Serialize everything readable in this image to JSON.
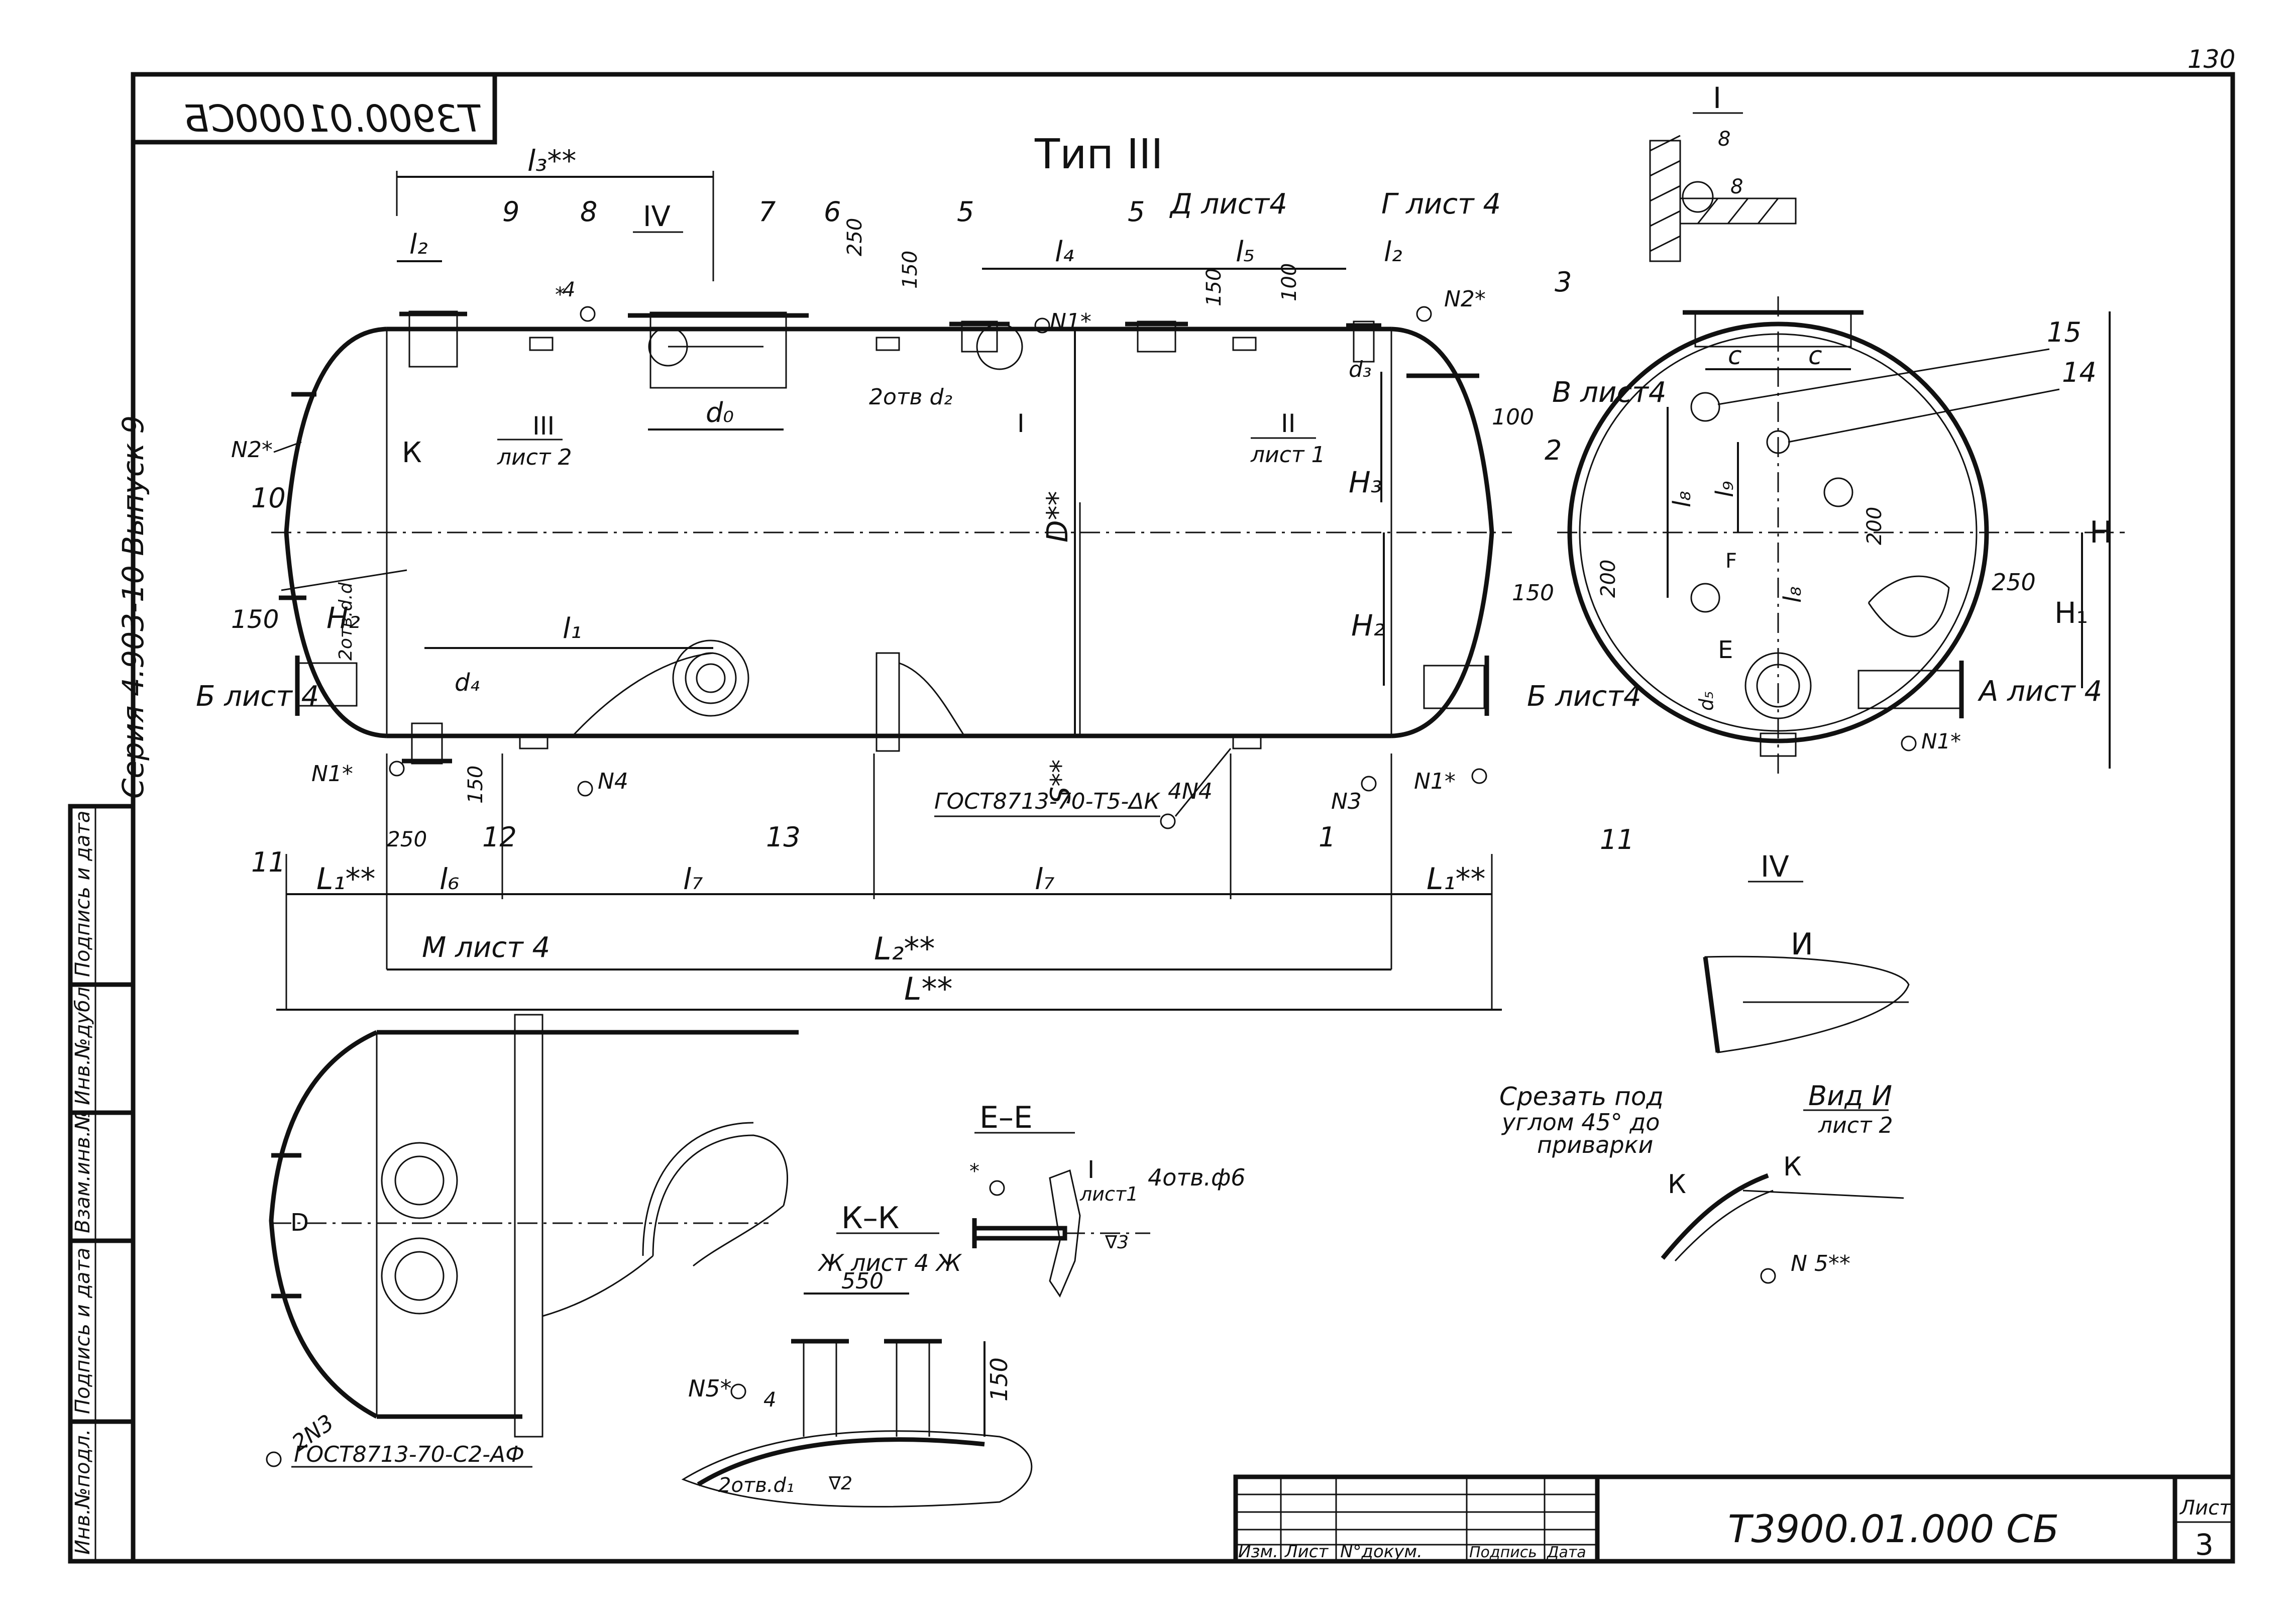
{
  "page_number": "130",
  "stamp_code_mirrored": "Т3900.01000СБ",
  "series_label": "Серия 4.903-10 Выпуск 9",
  "type_label": "Тип III",
  "side_columns": [
    "Инв.№подл.",
    "Подпись и дата",
    "Взам.инв.№",
    "Инв.№дубл.",
    "Подпись и дата"
  ],
  "views": {
    "view_D": "Д лист4",
    "view_G": "Г лист 4",
    "view_V": "В лист4",
    "view_B_left": "Б лист 4",
    "view_B_right": "Б лист4",
    "view_A": "А лист 4",
    "view_M": "М лист 4",
    "view_K": "К",
    "view_E": "Е",
    "view_F": "F"
  },
  "callouts": [
    "1",
    "2",
    "3",
    "4",
    "5",
    "5",
    "6",
    "7",
    "8",
    "9",
    "10",
    "11",
    "11",
    "12",
    "13",
    "14",
    "15"
  ],
  "roman_refs": {
    "ref_III": "III",
    "ref_III_sheet": "лист 2",
    "ref_II": "II",
    "ref_II_sheet": "лист 1",
    "ref_IV": "IV",
    "ref_I": "I",
    "ref_I_detail": "I",
    "ref_IV_detail": "IV",
    "ref_I_EE": "I",
    "ref_I_EE_sheet": "лист1"
  },
  "dimensions": {
    "l3": "l₃**",
    "l2a": "l₂",
    "l2b": "l₂",
    "l4": "l₄",
    "l5": "l₅",
    "l1": "l₁",
    "l6": "l₆",
    "l7a": "l₇",
    "l7b": "l₇",
    "L1a": "L₁**",
    "L1b": "L₁**",
    "L2": "L₂**",
    "L": "L**",
    "D": "D**",
    "S": "S**",
    "H": "H",
    "H1": "H₁",
    "H2a": "H₂",
    "H2b": "H₂",
    "H3": "H₃",
    "d0": "d₀",
    "d4": "d₄",
    "d3": "d₃",
    "d1": "d₁",
    "d5": "d₅",
    "n250a": "250",
    "n150a": "150",
    "n150b": "150",
    "n100a": "100",
    "n100b": "100",
    "n150c": "150",
    "n150d": "150",
    "n250b": "250",
    "n150e": "150",
    "n200a": "200",
    "n200b": "200",
    "n250c": "250",
    "n8a": "8",
    "n8b": "8",
    "n550": "550",
    "n150f": "150",
    "c1": "c",
    "c2": "c",
    "l8a": "l₈",
    "l8b": "l₈",
    "l9": "l₉",
    "two_holes_d2": "2отв d₂",
    "two_holes_d": "2отв.d.d",
    "two_holes_d1": "2отв.d₁",
    "four_holes": "4отв.ф6"
  },
  "nozzles": {
    "N1a": "N1*",
    "N1b": "N1*",
    "N1c": "N1*",
    "N1d": "N1*",
    "N2a": "N2*",
    "N2b": "N2*",
    "N3": "N3",
    "N3b": "2N3",
    "N4": "N4",
    "N4b": "4N4",
    "N5a": "N5*",
    "N5b": "N 5**"
  },
  "notes": {
    "gost_1": "ГОСТ8713-70-Т5-ΔК",
    "gost_2": "ГОСТ8713-70-С2-АФ",
    "cut_note_1": "Срезать под",
    "cut_note_2": "углом 45° до",
    "cut_note_3": "приварки",
    "view_I_title": "Вид И",
    "view_I_sheet": "лист 2",
    "view_I_arrow": "И",
    "section_EE": "Е–Е",
    "section_KK": "К–К",
    "section_KK_ref": "Ж лист 4 Ж",
    "view_K_small_1": "К",
    "view_K_small_2": "К",
    "center_D": "D",
    "star": "*",
    "four": "4",
    "four_b": "4",
    "weld_2": "∇2",
    "weld_3": "∇3"
  },
  "title_block": {
    "headers": [
      "Изм.",
      "Лист",
      "N°докум.",
      "Подпись",
      "Дата"
    ],
    "designation": "Т3900.01.000 СБ",
    "sheet_label": "Лист",
    "sheet_number": "3"
  }
}
